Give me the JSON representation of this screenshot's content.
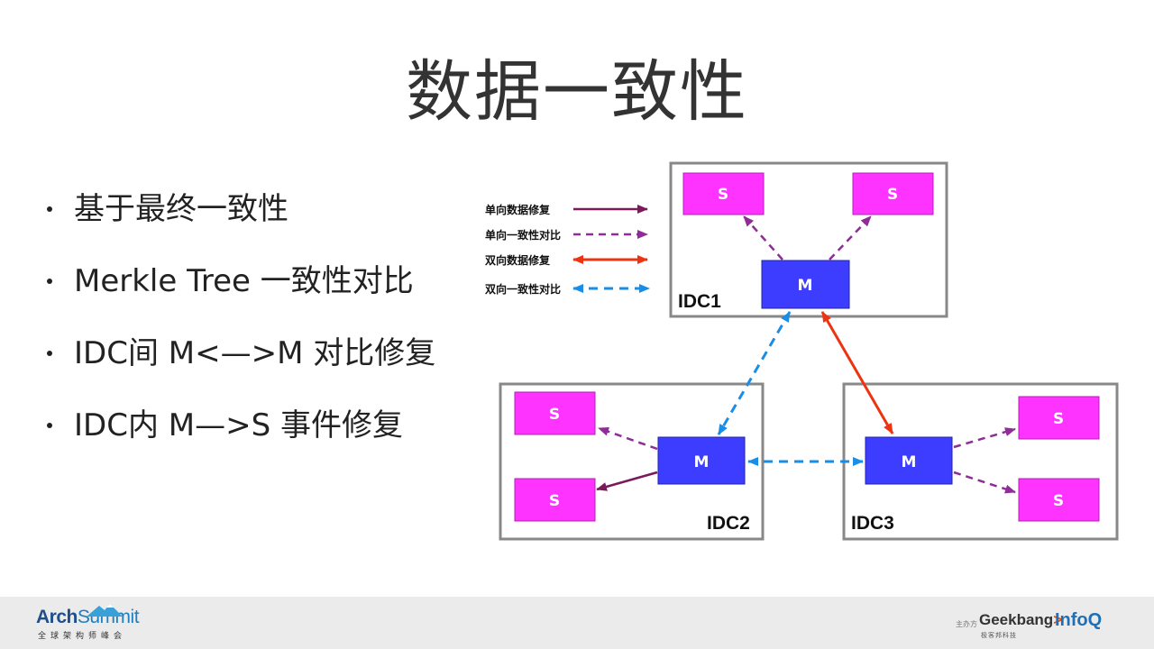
{
  "slide": {
    "title": "数据一致性"
  },
  "bullets": [
    "基于最终一致性",
    "Merkle Tree 一致性对比",
    "IDC间 M<—>M 对比修复",
    "IDC内 M—>S 事件修复"
  ],
  "legend": {
    "items": [
      {
        "label": "单向数据修复",
        "style": "solid-oneway",
        "color": "#7a1a5a"
      },
      {
        "label": "单向一致性对比",
        "style": "dashed-oneway",
        "color": "#8e2c98"
      },
      {
        "label": "双向数据修复",
        "style": "solid-twoway",
        "color": "#ee3311"
      },
      {
        "label": "双向一致性对比",
        "style": "dashed-twoway",
        "color": "#1a8ee6"
      }
    ]
  },
  "diagram": {
    "idcs": [
      {
        "label": "IDC1",
        "master": "M",
        "slaves": [
          "S",
          "S"
        ]
      },
      {
        "label": "IDC2",
        "master": "M",
        "slaves": [
          "S",
          "S"
        ]
      },
      {
        "label": "IDC3",
        "master": "M",
        "slaves": [
          "S",
          "S"
        ]
      }
    ],
    "colors": {
      "master_fill": "#3d3dff",
      "slave_fill": "#ff33ff",
      "idc_border": "#888888"
    }
  },
  "footer": {
    "left_logo_main": "Arch",
    "left_logo_accent": "Summit",
    "left_logo_sub": "全球架构师峰会",
    "sponsor_label": "主办方",
    "geek_logo": "Geekbang",
    "geek_logo_mark": ">",
    "geek_sub": "极客邦科技",
    "infoq_logo": "InfoQ"
  }
}
